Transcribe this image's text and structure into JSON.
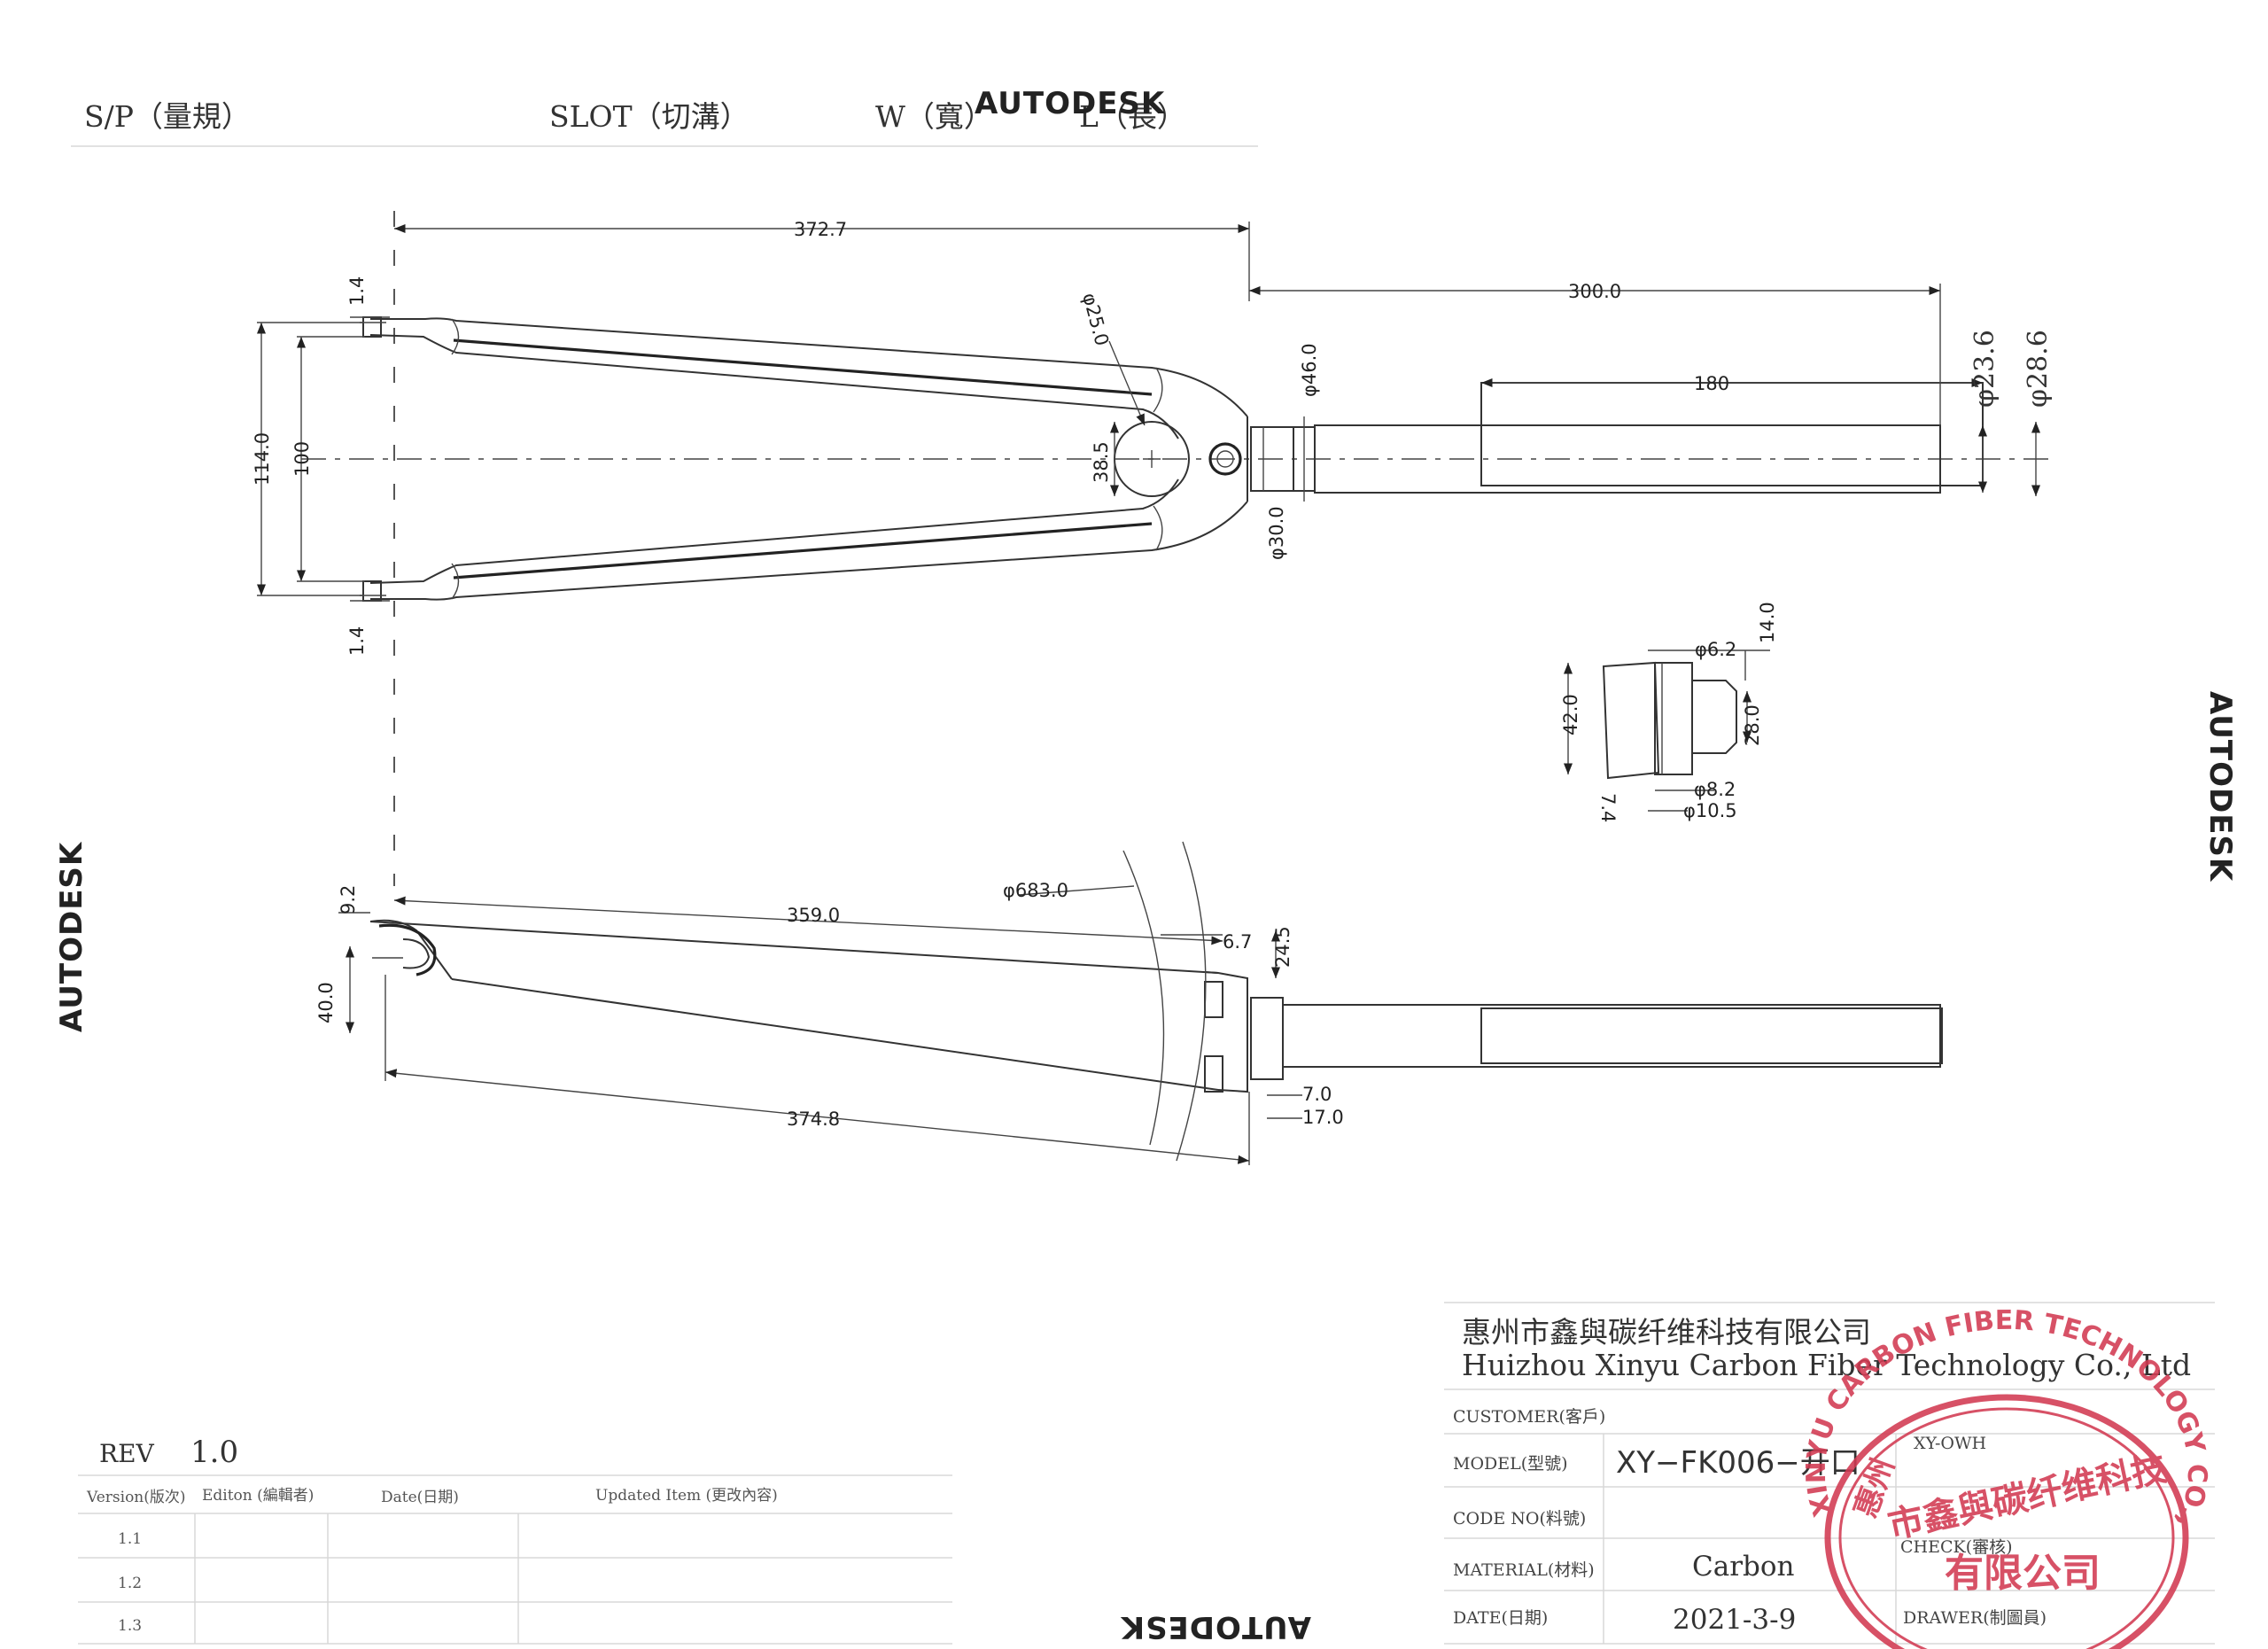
{
  "header": {
    "sp": "S/P（量規）",
    "slot": "SLOT（切溝）",
    "w": "W（寬）",
    "l": "L（長）"
  },
  "watermark": {
    "brand": "AUTODESK"
  },
  "top_view": {
    "dims": {
      "d372_7": "372.7",
      "d300": "300.0",
      "d180": "180",
      "d1_4_top": "1.4",
      "d1_4_bot": "1.4",
      "d114": "114.0",
      "d100": "100",
      "d38_5": "38.5",
      "phi25": "φ25.0",
      "phi46": "φ46.0",
      "phi30": "φ30.0",
      "phi23_6": "φ23.6",
      "phi28_6": "φ28.6"
    }
  },
  "detail_view": {
    "dims": {
      "phi6_2": "φ6.2",
      "d14": "14.0",
      "d42": "42.0",
      "d28": "28.0",
      "phi8_2": "φ8.2",
      "phi10_5": "φ10.5",
      "d7_4": "7.4"
    }
  },
  "side_view": {
    "dims": {
      "d9_2": "9.2",
      "d40": "40.0",
      "d359": "359.0",
      "phi683": "φ683.0",
      "d6_7": "6.7",
      "d24_5": "24.5",
      "d374_8": "374.8",
      "d7": "7.0",
      "d17": "17.0"
    }
  },
  "title_block": {
    "company_cn": "惠州市鑫與碳纤维科技有限公司",
    "company_en": "Huizhou Xinyu Carbon Fiber Technology Co., Ltd",
    "customer_label": "CUSTOMER(客戶)",
    "customer_value": "XY-OWH",
    "model_label": "MODEL(型號)",
    "model_value": "XY−FK006−开口",
    "code_label": "CODE NO(料號)",
    "check_label": "CHECK(審核)",
    "material_label": "MATERIAL(材料)",
    "material_value": "Carbon",
    "date_label": "DATE(日期)",
    "date_value": "2021-3-9",
    "drawer_label": "DRAWER(制圖員)"
  },
  "revision": {
    "rev_label": "REV",
    "rev_value": "1.0",
    "columns": [
      "Version(版次)",
      "Editon (編輯者)",
      "Date(日期)",
      "Updated Item (更改內容)"
    ],
    "rows": [
      "1.1",
      "1.2",
      "1.3"
    ]
  },
  "stamp": {
    "outer_text": "XINYU CARBON FIBER TECHNOLOGY CO.,LTD.",
    "inner_top": "市鑫與碳纤维科技",
    "inner_bottom": "有限公司",
    "inner_left": "惠州"
  },
  "colors": {
    "stamp": "#d23a52",
    "ink": "#222222"
  }
}
